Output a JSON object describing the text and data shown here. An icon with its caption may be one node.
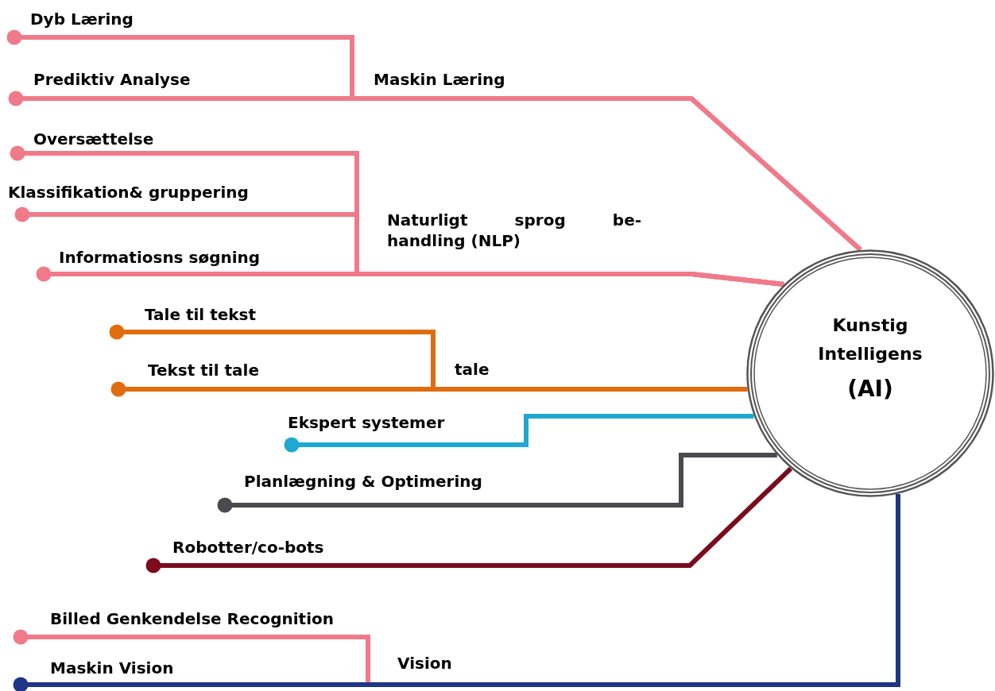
{
  "diagram": {
    "nodes": [
      {
        "text": [
          "Dyb Læring"
        ]
      },
      {
        "text": [
          "Prediktiv Analyse"
        ]
      },
      {
        "text": [
          "Oversættelse"
        ]
      },
      {
        "text": [
          "Klassifikation& gruppering"
        ]
      },
      {
        "text": [
          "Informatiosns søgning"
        ]
      },
      {
        "text": [
          "Tale til tekst"
        ]
      },
      {
        "text": [
          "Tekst til tale"
        ]
      },
      {
        "text": [
          "Ekspert  systemer"
        ]
      },
      {
        "text": [
          "Planlægning & Optimering"
        ]
      },
      {
        "text": [
          "Robotter/co-bots"
        ]
      },
      {
        "text": [
          "Billed Genkendelse Recognition"
        ]
      },
      {
        "text": [
          "Maskin Vision"
        ]
      },
      {
        "text": [
          "Kunstig Intelligens",
          "(AI)"
        ]
      }
    ],
    "edges": [
      {
        "from": 0,
        "to": 12,
        "arrow": "other"
      },
      {
        "from": 1,
        "to": 12,
        "arrow": "other",
        "label": "Maskin Læring"
      },
      {
        "from": 2,
        "to": 12,
        "arrow": "other"
      },
      {
        "from": 3,
        "to": 12,
        "arrow": "other"
      },
      {
        "from": 4,
        "to": 12,
        "arrow": "other",
        "label": "Naturligt sprog be- handling (NLP)"
      },
      {
        "from": 5,
        "to": 12,
        "arrow": "other",
        "color": "#e06c10"
      },
      {
        "from": 6,
        "to": 12,
        "arrow": "other",
        "color": "#e06c10",
        "label": "tale"
      },
      {
        "from": 7,
        "to": 12,
        "arrow": "other",
        "color": "#1fa8d0"
      },
      {
        "from": 8,
        "to": 12,
        "arrow": "other",
        "color": "#4a4a50"
      },
      {
        "from": 9,
        "to": 12,
        "arrow": "other",
        "color": "#7a0c1e"
      },
      {
        "from": 10,
        "to": 12,
        "arrow": "other"
      },
      {
        "from": 11,
        "to": 12,
        "arrow": "other",
        "color": "#1f3585",
        "label": "Vision"
      }
    ]
  }
}
